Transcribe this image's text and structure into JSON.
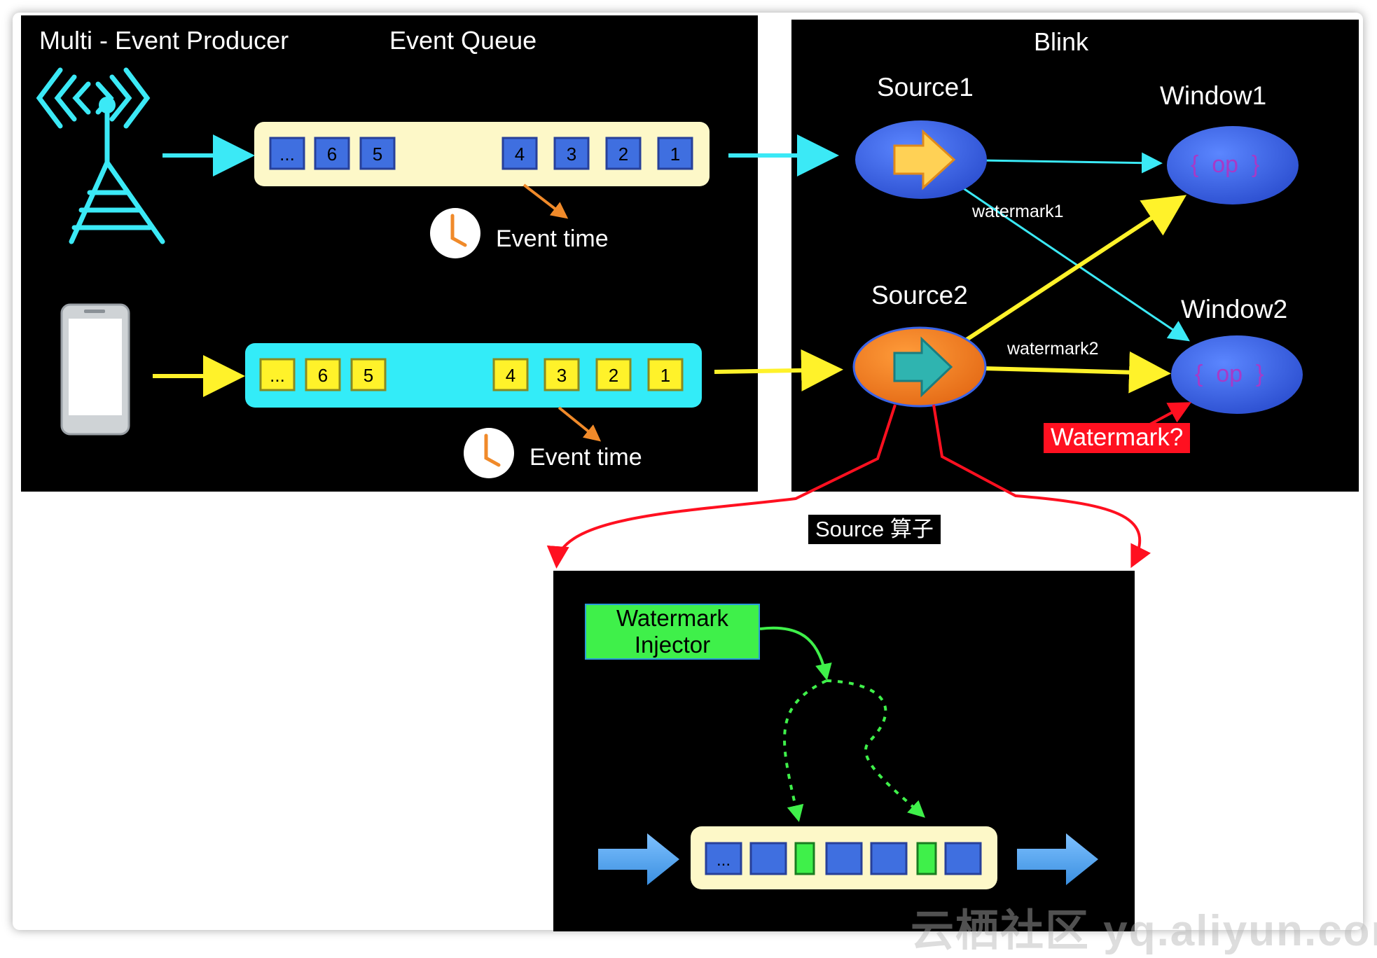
{
  "titles": {
    "producer": "Multi - Event Producer",
    "queue": "Event Queue",
    "blink": "Blink"
  },
  "queue1": {
    "items": [
      "...",
      "6",
      "5",
      "4",
      "3",
      "2",
      "1"
    ],
    "bg": "#fdf8c8",
    "cell": "#3f6fe0"
  },
  "queue2": {
    "items": [
      "...",
      "6",
      "5",
      "4",
      "3",
      "2",
      "1"
    ],
    "bg": "#33ecf8",
    "cell": "#fff22a"
  },
  "event_time_label_1": "Event time",
  "event_time_label_2": "Event time",
  "nodes": {
    "source1": "Source1",
    "source2": "Source2",
    "window1": "Window1",
    "window2": "Window2",
    "window1_op": "{  op  }",
    "window2_op": "{  op  }"
  },
  "edge_labels": {
    "watermark1": "watermark1",
    "watermark2": "watermark2"
  },
  "watermark_question": "Watermark?",
  "source_operator_label": "Source 算子",
  "injector_label": "Watermark\nInjector",
  "bottom_queue": {
    "first_item": "...",
    "cells": [
      "blue",
      "green",
      "blue",
      "blue",
      "green",
      "blue"
    ]
  },
  "site_watermark": "云栖社区 yq.aliyun.com",
  "colors": {
    "cyan": "#3be9f6",
    "yellow": "#fff22a",
    "orange": "#f08a2a",
    "red": "#ff1020",
    "green": "#3ff04a",
    "blue_node": "#3a64e8",
    "op_text": "#a63ac8"
  }
}
